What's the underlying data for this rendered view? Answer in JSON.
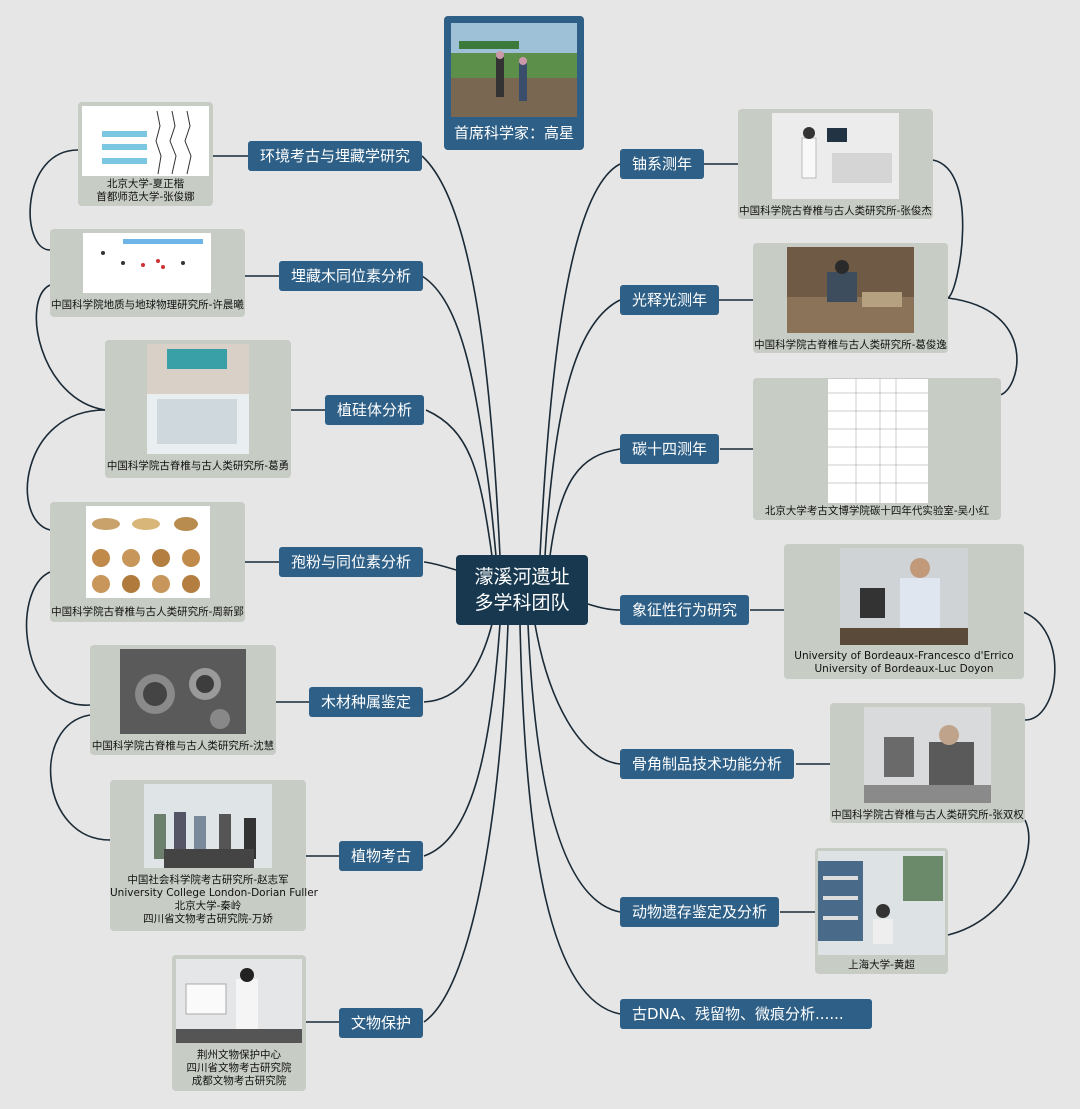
{
  "center": {
    "line1": "濛溪河遗址",
    "line2": "多学科团队"
  },
  "chief": {
    "label": "首席科学家：高星"
  },
  "left_topics": [
    {
      "label": "环境考古与埋藏学研究",
      "researchers": [
        "北京大学-夏正楷",
        "首都师范大学-张俊娜"
      ]
    },
    {
      "label": "埋藏木同位素分析",
      "researchers": [
        "中国科学院地质与地球物理研究所-许晨曦"
      ]
    },
    {
      "label": "植硅体分析",
      "researchers": [
        "中国科学院古脊椎与古人类研究所-葛勇"
      ]
    },
    {
      "label": "孢粉与同位素分析",
      "researchers": [
        "中国科学院古脊椎与古人类研究所-周新郢"
      ]
    },
    {
      "label": "木材种属鉴定",
      "researchers": [
        "中国科学院古脊椎与古人类研究所-沈慧"
      ]
    },
    {
      "label": "植物考古",
      "researchers": [
        "中国社会科学院考古研究所-赵志军",
        "University College London-Dorian Fuller",
        "北京大学-秦岭",
        "四川省文物考古研究院-万娇"
      ]
    },
    {
      "label": "文物保护",
      "researchers": [
        "荆州文物保护中心",
        "四川省文物考古研究院",
        "成都文物考古研究院"
      ]
    }
  ],
  "right_topics": [
    {
      "label": "铀系测年",
      "researchers": [
        "中国科学院古脊椎与古人类研究所-张俊杰"
      ]
    },
    {
      "label": "光释光测年",
      "researchers": [
        "中国科学院古脊椎与古人类研究所-葛俊逸"
      ]
    },
    {
      "label": "碳十四测年",
      "researchers": [
        "北京大学考古文博学院碳十四年代实验室-吴小红"
      ]
    },
    {
      "label": "象征性行为研究",
      "researchers": [
        "University of Bordeaux-Francesco d'Errico",
        "University of Bordeaux-Luc Doyon"
      ]
    },
    {
      "label": "骨角制品技术功能分析",
      "researchers": [
        "中国科学院古脊椎与古人类研究所-张双权"
      ]
    },
    {
      "label": "动物遗存鉴定及分析",
      "researchers": [
        "上海大学-黄超"
      ]
    },
    {
      "label": "古DNA、残留物、微痕分析......",
      "researchers": []
    }
  ],
  "colors": {
    "topic": "#2e5f86",
    "center": "#17384f",
    "card": "#c7cdc4",
    "background": "#e6e6e6",
    "line": "#1a2a36"
  }
}
